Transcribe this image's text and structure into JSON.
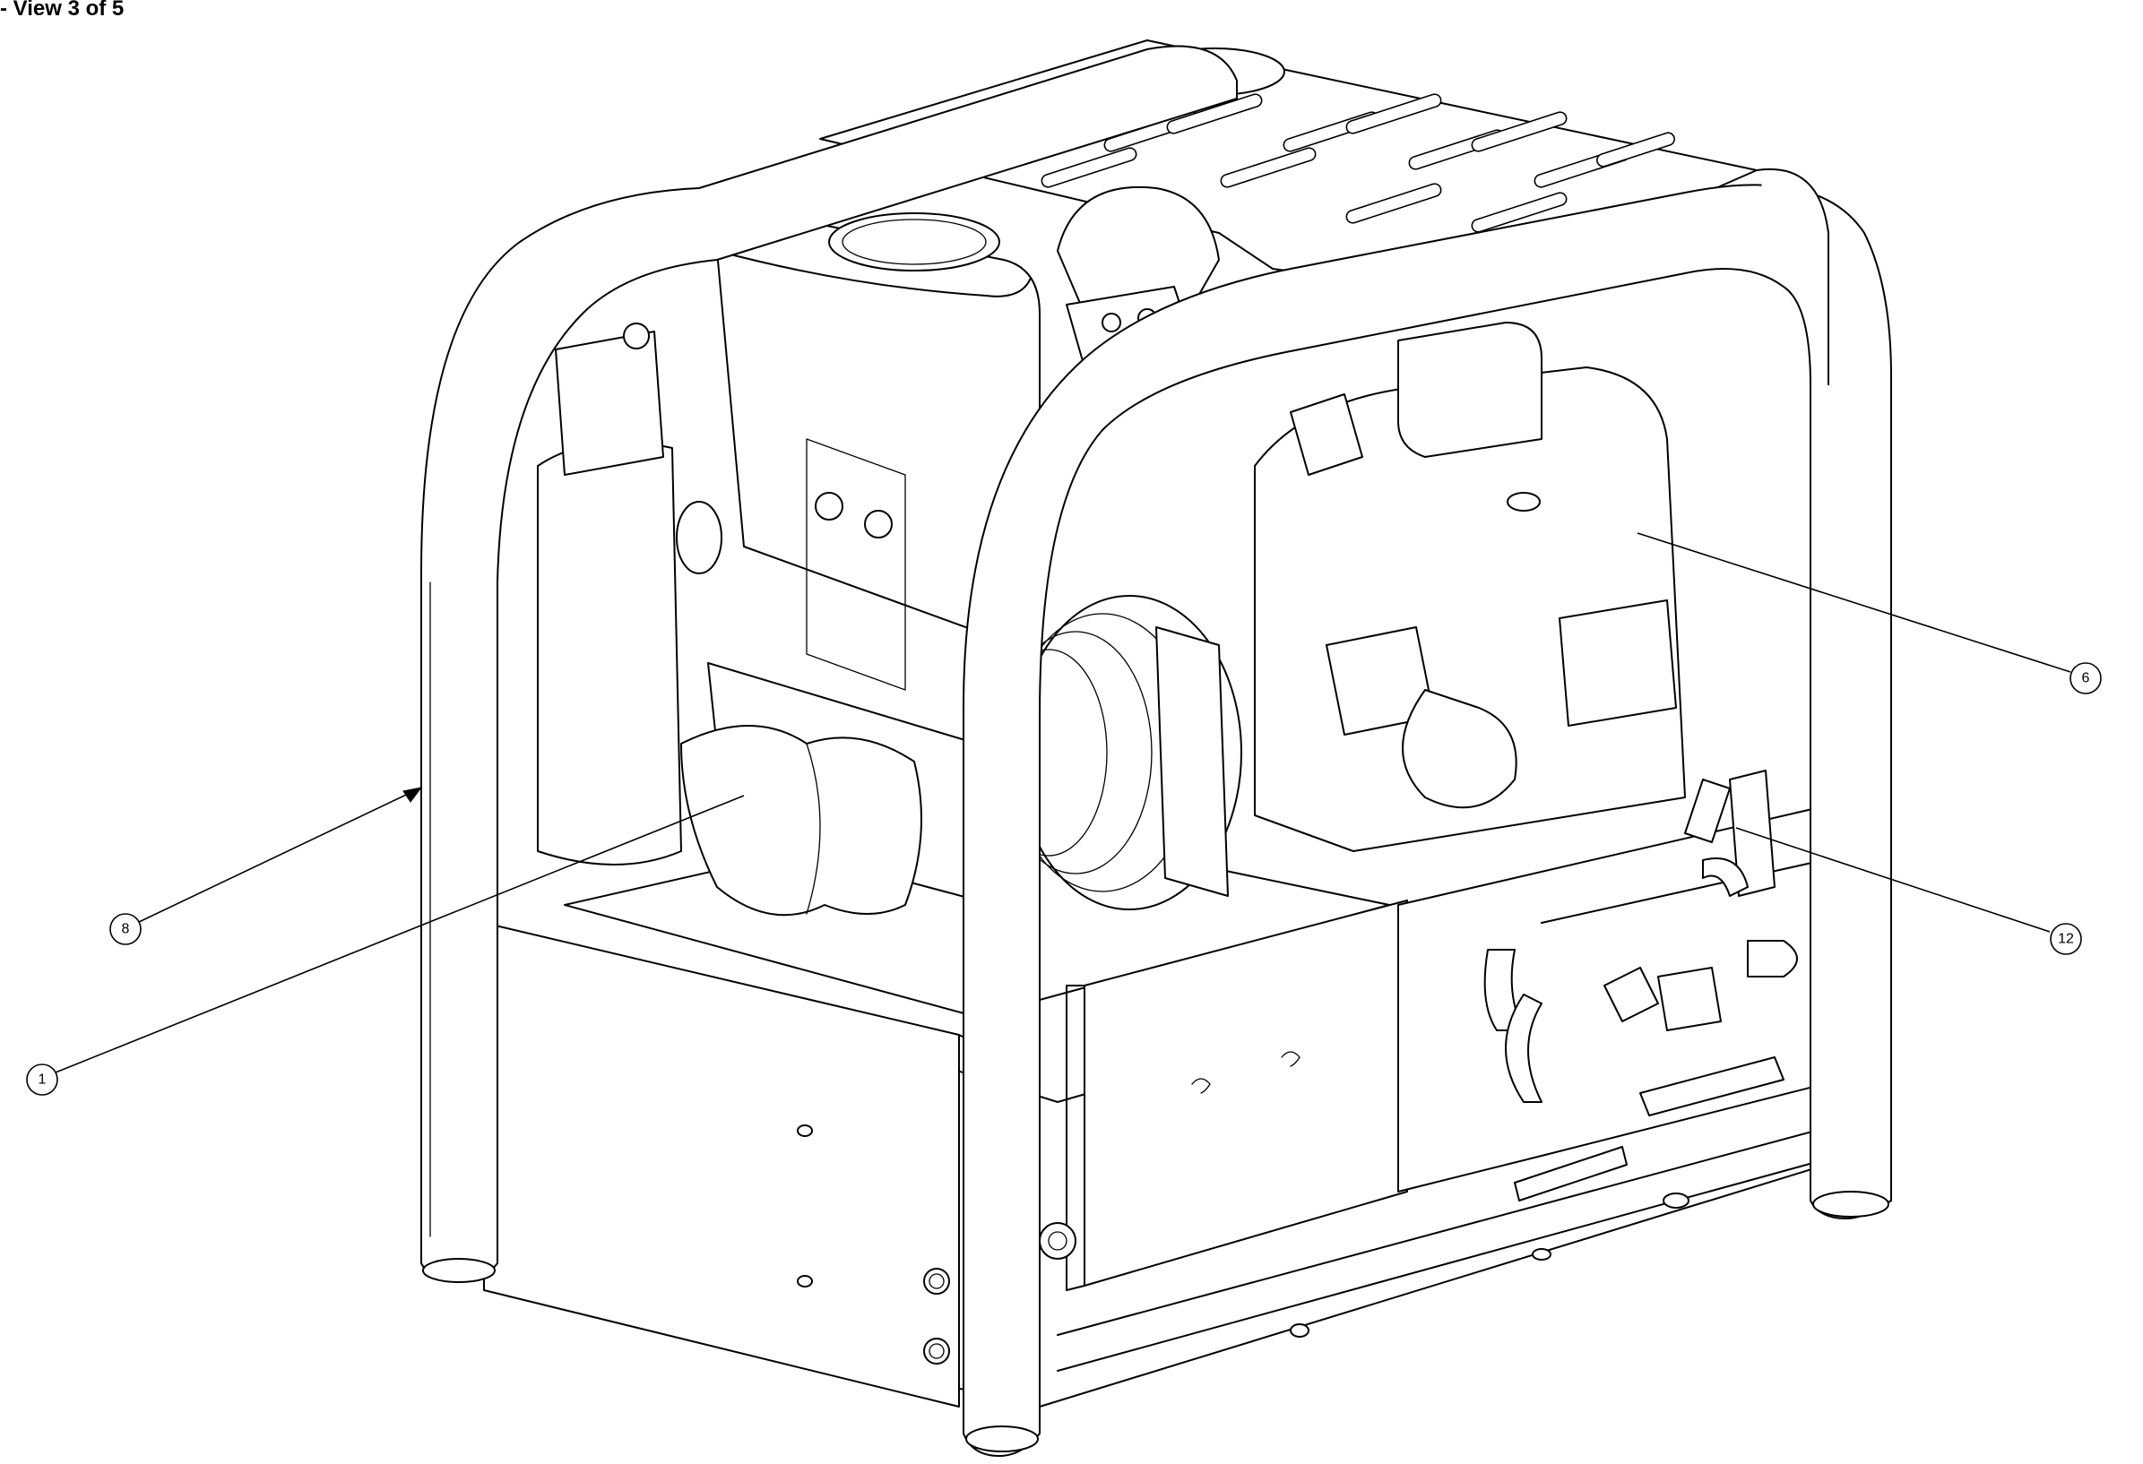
{
  "title": "- View 3 of 5",
  "callouts": [
    {
      "label": "1"
    },
    {
      "label": "8"
    },
    {
      "label": "6"
    },
    {
      "label": "12"
    }
  ]
}
